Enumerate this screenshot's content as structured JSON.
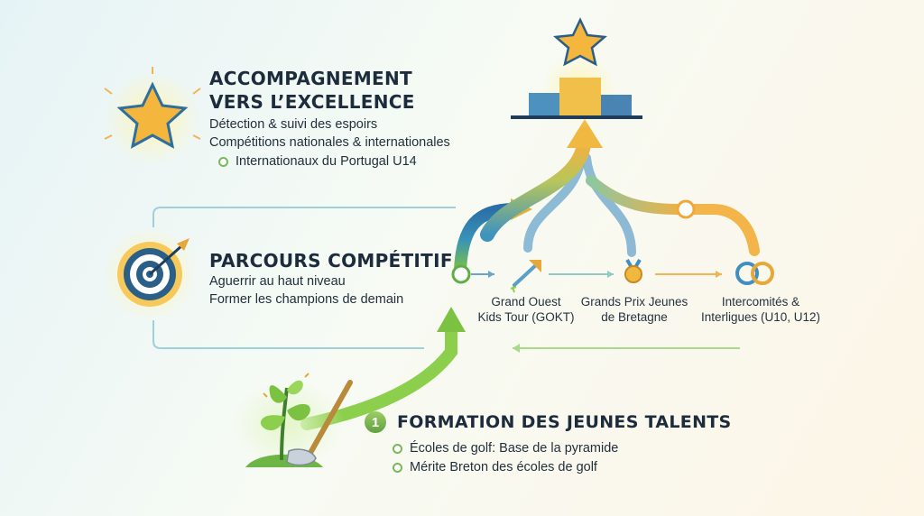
{
  "sections": {
    "excellence": {
      "title_line1": "ACCOMPAGNEMENT",
      "title_line2": "VERS L’EXCELLENCE",
      "lines": [
        "Détection & suivi des espoirs",
        "Compétitions nationales & internationales"
      ],
      "bullets": [
        "Internationaux du Portugal U14"
      ],
      "icon": "star-icon"
    },
    "parcours": {
      "title": "PARCOURS COMPÉTITIF",
      "lines": [
        "Aguerrir au haut niveau",
        "Former les champions de demain"
      ],
      "icon": "target-icon"
    },
    "formation": {
      "number": "1",
      "title": "FORMATION DES JEUNES TALENTS",
      "bullets": [
        "Écoles de golf: Base de la pyramide",
        "Mérite Breton des écoles de golf"
      ],
      "icon": "sprout-golf-club-icon"
    }
  },
  "steps": [
    {
      "line1": "Grand Ouest",
      "line2": "Kids Tour (GOKT)",
      "icon": "arrow-up-right-icon"
    },
    {
      "line1": "Grands Prix Jeunes",
      "line2": "de Bretagne",
      "icon": "medal-icon"
    },
    {
      "line1": "Intercomités &",
      "line2": "Interligues (U10, U12)",
      "icon": "rings-icon"
    }
  ],
  "top_icon": "podium-star-icon",
  "colors": {
    "green": "#7cc242",
    "blue": "#2f7fb5",
    "orange": "#f2a93b",
    "title": "#1d2c3c"
  }
}
